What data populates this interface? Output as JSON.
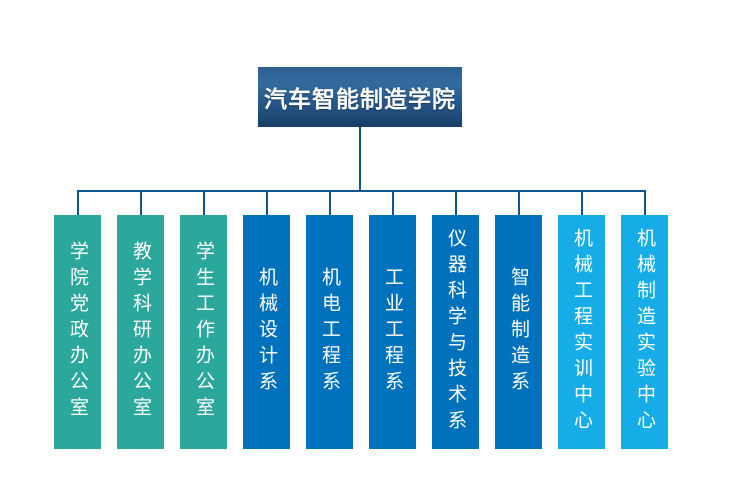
{
  "chart": {
    "title": "汽车智能制造学院",
    "colors": {
      "root_gradient_top": "#336A9E",
      "root_gradient_bottom": "#173F66",
      "office_teal": "#2BA79B",
      "department_blue": "#0071BC",
      "center_light_blue": "#16ACE8",
      "connector_line": "#10558C",
      "text": "#FFFFFF",
      "background": "#FFFFFF"
    },
    "line_color": "#10558C",
    "departments": [
      {
        "label": "学院党政办公室",
        "color": "#2BA79B"
      },
      {
        "label": "教学科研办公室",
        "color": "#2BA79B"
      },
      {
        "label": "学生工作办公室",
        "color": "#2BA79B"
      },
      {
        "label": "机械设计系",
        "color": "#0071BC"
      },
      {
        "label": "机电工程系",
        "color": "#0071BC"
      },
      {
        "label": "工业工程系",
        "color": "#0071BC"
      },
      {
        "label": "仪器科学与技术系",
        "color": "#0071BC"
      },
      {
        "label": "智能制造系",
        "color": "#0071BC"
      },
      {
        "label": "机械工程实训中心",
        "color": "#16ACE8"
      },
      {
        "label": "机械制造实验中心",
        "color": "#16ACE8"
      }
    ]
  }
}
